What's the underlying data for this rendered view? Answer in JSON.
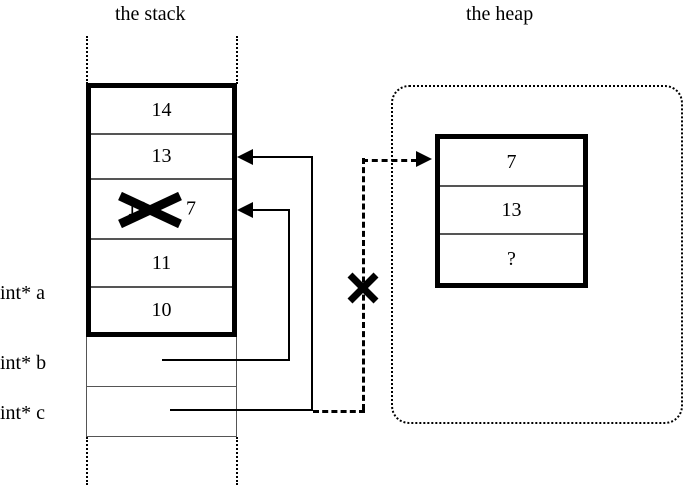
{
  "titles": {
    "stack": "the stack",
    "heap": "the heap"
  },
  "stack": {
    "cells": [
      {
        "value": "14",
        "struck": false,
        "overwrite": ""
      },
      {
        "value": "13",
        "struck": false,
        "overwrite": ""
      },
      {
        "value": "12",
        "struck": true,
        "overwrite": "7"
      },
      {
        "value": "11",
        "struck": false,
        "overwrite": ""
      },
      {
        "value": "10",
        "struck": false,
        "overwrite": ""
      }
    ],
    "pointer_cells": [
      {
        "label": "int* b",
        "value": ""
      },
      {
        "label": "int* c",
        "value": ""
      }
    ],
    "labels": [
      {
        "name": "int* a"
      },
      {
        "name": "int* b"
      },
      {
        "name": "int* c"
      }
    ]
  },
  "heap": {
    "cells": [
      {
        "value": "7"
      },
      {
        "value": "13"
      },
      {
        "value": "?"
      }
    ]
  },
  "annotations": {
    "struck_value_mark": "X",
    "broken_pointer_mark": "X"
  },
  "colors": {
    "ink": "#000000",
    "rule": "#555555",
    "background": "#ffffff"
  }
}
